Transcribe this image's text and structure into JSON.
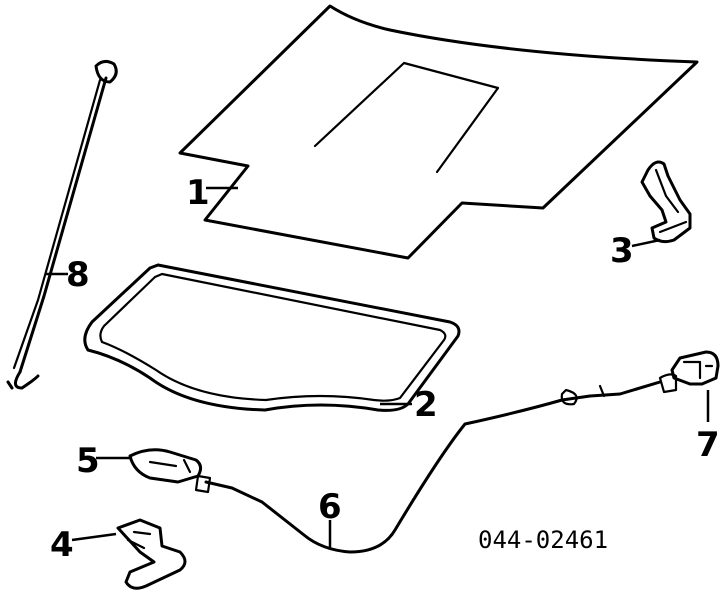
{
  "callouts": {
    "c1": "1",
    "c2": "2",
    "c3": "3",
    "c4": "4",
    "c5": "5",
    "c6": "6",
    "c7": "7",
    "c8": "8"
  },
  "part_number": "044-02461"
}
